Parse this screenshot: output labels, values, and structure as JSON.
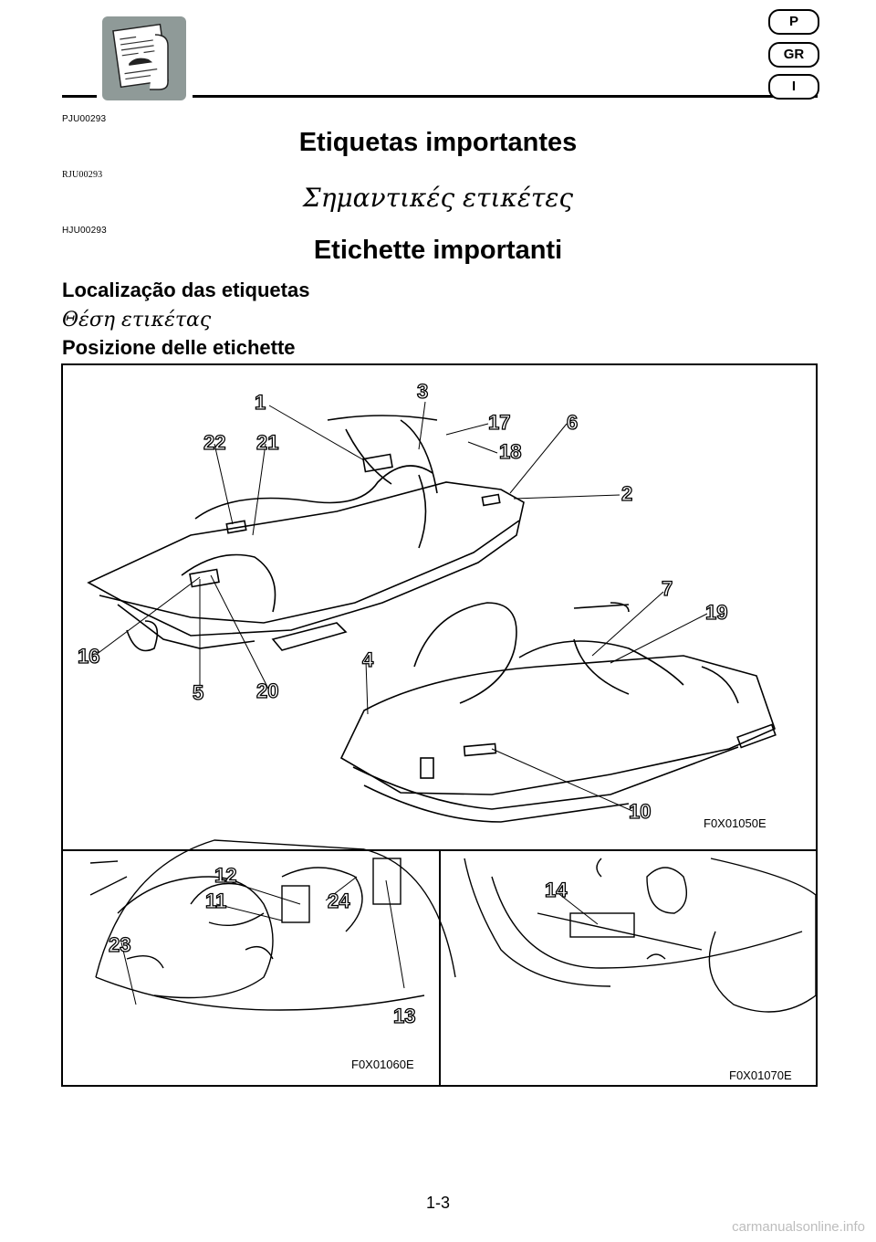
{
  "header": {
    "lang_badges": [
      "P",
      "GR",
      "I"
    ]
  },
  "codes": {
    "pt": "PJU00293",
    "gr": "RJU00293",
    "it": "HJU00293"
  },
  "titles": {
    "pt": "Etiquetas importantes",
    "gr": "Σημαντικές ετικέτες",
    "it": "Etichette importanti"
  },
  "subtitles": {
    "pt": "Localização das etiquetas",
    "gr": "Θέση ετικέτας",
    "it": "Posizione delle etichette"
  },
  "figure": {
    "top_code": "F0X01050E",
    "bottom_left_code": "F0X01060E",
    "bottom_right_code": "F0X01070E",
    "callouts_top": [
      "1",
      "3",
      "17",
      "6",
      "22",
      "21",
      "18",
      "2",
      "7",
      "19",
      "16",
      "4",
      "5",
      "20",
      "10"
    ],
    "callouts_bottom_left": [
      "12",
      "11",
      "24",
      "23",
      "13"
    ],
    "callouts_bottom_right": [
      "14"
    ]
  },
  "footer": {
    "page_number": "1-3",
    "watermark": "carmanualsonline.info"
  }
}
